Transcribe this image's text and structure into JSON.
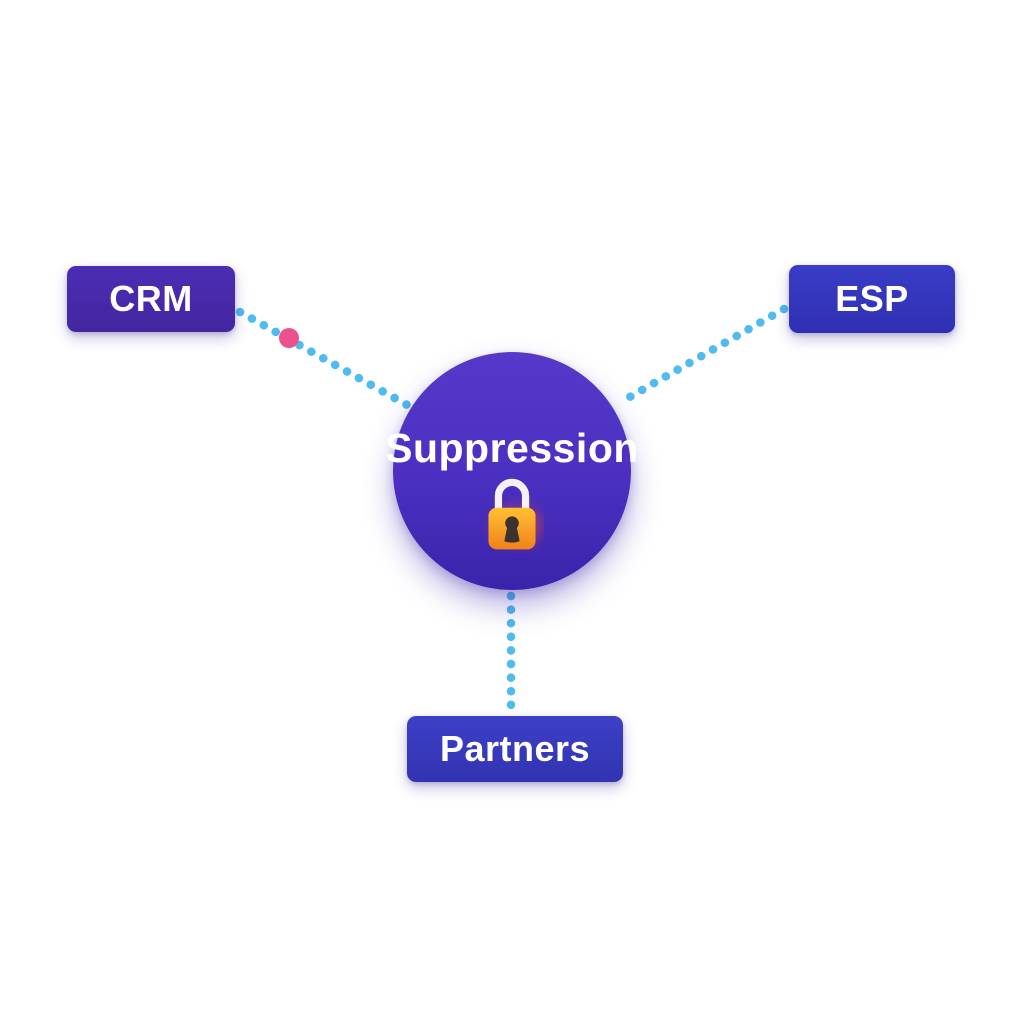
{
  "diagram": {
    "hub": {
      "label": "Suppression",
      "icon": "lock-icon"
    },
    "nodes": {
      "crm": {
        "label": "CRM"
      },
      "esp": {
        "label": "ESP"
      },
      "partners": {
        "label": "Partners"
      }
    },
    "edges": [
      {
        "from": "CRM",
        "to": "Suppression",
        "style": "dotted",
        "marker": "pink-dot"
      },
      {
        "from": "ESP",
        "to": "Suppression",
        "style": "dotted"
      },
      {
        "from": "Partners",
        "to": "Suppression",
        "style": "dotted"
      }
    ]
  },
  "colors": {
    "background": "#ffffff",
    "node_crm_purple": "#46289e",
    "node_esp_blue": "#3437c2",
    "node_partners_blue": "#3a3dc2",
    "hub_gradient_top": "#5639ca",
    "hub_gradient_bottom": "#3a24aa",
    "edge_dot_blue": "#4fbbee",
    "marker_pink": "#ee4f8d",
    "lock_shackle": "#f4f2f6",
    "lock_body_top": "#ffc133",
    "lock_body_bottom": "#f0821a",
    "lock_keyhole": "#3a332e",
    "lock_glow": "#ff4d1f",
    "label_text": "#ffffff"
  }
}
